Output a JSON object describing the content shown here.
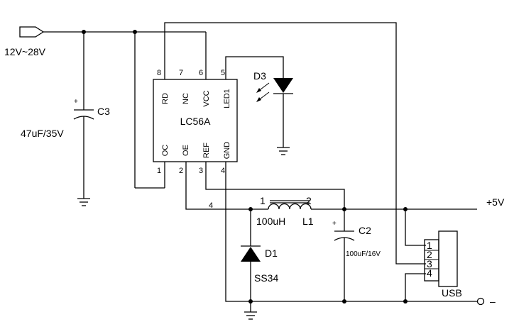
{
  "input": {
    "voltage_label": "12V~28V"
  },
  "ic": {
    "name": "LC56A",
    "top_pins": [
      {
        "num": "8",
        "name": "RD"
      },
      {
        "num": "7",
        "name": "NC"
      },
      {
        "num": "6",
        "name": "VCC"
      },
      {
        "num": "5",
        "name": "LED1"
      }
    ],
    "bottom_pins": [
      {
        "num": "1",
        "name": "OC"
      },
      {
        "num": "2",
        "name": "OE"
      },
      {
        "num": "3",
        "name": "REF"
      },
      {
        "num": "4",
        "name": "GND"
      }
    ]
  },
  "c3": {
    "ref": "C3",
    "value": "47uF/35V",
    "polarity": "+"
  },
  "d3": {
    "ref": "D3"
  },
  "l1": {
    "ref": "L1",
    "value": "100uH",
    "pin1": "1",
    "pin2": "2"
  },
  "net4_label": "4",
  "d1": {
    "ref": "D1",
    "value": "SS34"
  },
  "c2": {
    "ref": "C2",
    "value": "100uF/16V",
    "polarity": "+"
  },
  "output": {
    "pos_label": "+5V",
    "neg_label": "–"
  },
  "usb": {
    "name": "USB",
    "pins": [
      "1",
      "2",
      "3",
      "4"
    ]
  }
}
